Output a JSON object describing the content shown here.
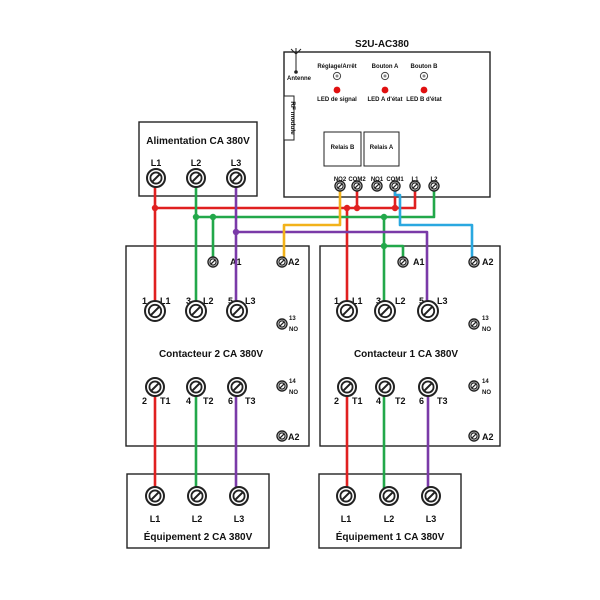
{
  "module": {
    "title": "S2U-AC380",
    "antenna": "Antenne",
    "rf_label": "RF module",
    "indicators": [
      {
        "top": "Réglage/Arrêt",
        "bottom": "LED de signal"
      },
      {
        "top": "Bouton A",
        "bottom": "LED A d'état"
      },
      {
        "top": "Bouton B",
        "bottom": "LED B d'état"
      }
    ],
    "relays": [
      "Relais B",
      "Relais A"
    ],
    "terminals": [
      "NO2",
      "COM2",
      "NO1",
      "COM1",
      "L1",
      "L2"
    ]
  },
  "supply": {
    "title": "Alimentation CA 380V",
    "terminals": [
      "L1",
      "L2",
      "L3"
    ]
  },
  "contactor2": {
    "title": "Contacteur 2 CA 380V",
    "coil": [
      "A1",
      "A2"
    ],
    "inputs": [
      {
        "num": "1",
        "label": "L1"
      },
      {
        "num": "3",
        "label": "L2"
      },
      {
        "num": "5",
        "label": "L3"
      }
    ],
    "outputs": [
      {
        "num": "2",
        "label": "T1"
      },
      {
        "num": "4",
        "label": "T2"
      },
      {
        "num": "6",
        "label": "T3"
      }
    ],
    "aux": [
      {
        "num": "13",
        "label": "NO"
      },
      {
        "num": "14",
        "label": "NO"
      }
    ],
    "coil_bottom": "A2"
  },
  "contactor1": {
    "title": "Contacteur 1 CA 380V",
    "coil": [
      "A1",
      "A2"
    ],
    "inputs": [
      {
        "num": "1",
        "label": "L1"
      },
      {
        "num": "3",
        "label": "L2"
      },
      {
        "num": "5",
        "label": "L3"
      }
    ],
    "outputs": [
      {
        "num": "2",
        "label": "T1"
      },
      {
        "num": "4",
        "label": "T2"
      },
      {
        "num": "6",
        "label": "T3"
      }
    ],
    "aux": [
      {
        "num": "13",
        "label": "NO"
      },
      {
        "num": "14",
        "label": "NO"
      }
    ],
    "coil_bottom": "A2"
  },
  "equipment2": {
    "title": "Équipement 2 CA 380V",
    "terminals": [
      "L1",
      "L2",
      "L3"
    ]
  },
  "equipment1": {
    "title": "Équipement 1 CA 380V",
    "terminals": [
      "L1",
      "L2",
      "L3"
    ]
  },
  "wire_colors": {
    "red": "#e02020",
    "green": "#22a84a",
    "purple": "#7a3aa8",
    "yellow": "#f2b21a",
    "blue": "#2aa8e0",
    "led": "#e01010"
  }
}
